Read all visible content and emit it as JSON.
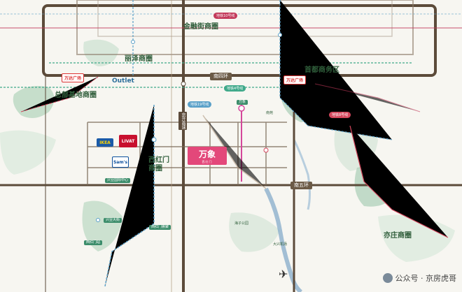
{
  "districts": {
    "lize": "丽泽商圈",
    "jinrongjie": "金融街商圈",
    "zongbu": "总部基地商圈",
    "shoudu": "首都商务区",
    "xihongmen": "西红门\n商圈",
    "yizhuang": "亦庄商圈"
  },
  "roads": {
    "south_4th_ring": "南四环",
    "south_5th_ring": "南五环",
    "jingkai": "京开高速",
    "road_south": "南四环"
  },
  "project": {
    "name": "万象",
    "sub": "西红门",
    "tag": "万象"
  },
  "brands": {
    "ikea": "IKEA",
    "livat": "LIVAT",
    "sams": "Sam's",
    "outlet": "Outlet",
    "wanda_left": "万达广场",
    "wanda_right": "万达广场"
  },
  "labels": {
    "xingye": "兴业大街",
    "xinghuan": "兴业国际中心",
    "daxing_airport": "大兴机场",
    "yanhai": "海子公园",
    "nanyuan": "南苑",
    "xihongmen_station": "西红门站",
    "xihongmen_mall": "西红门荟聚"
  },
  "metro": {
    "line4": "地铁4号线",
    "line10": "地铁10号线",
    "line8": "地铁8号线",
    "line19": "地铁19号线"
  },
  "watermark": "公众号 · 京房虎哥"
}
